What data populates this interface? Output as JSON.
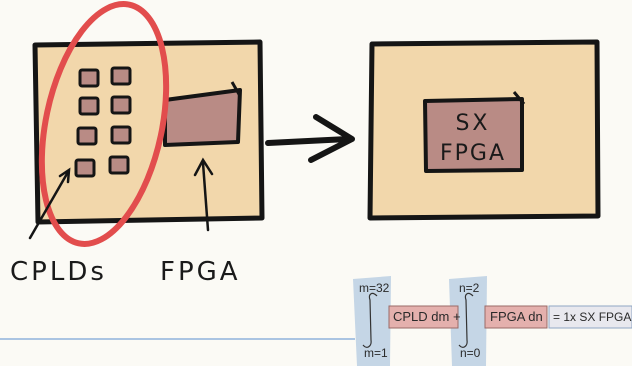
{
  "diagram": {
    "left_labels": {
      "cplds": "CPLDs",
      "fpga": "FPGA"
    },
    "right_label": {
      "line1": "SX",
      "line2": "FPGA"
    }
  },
  "equation": {
    "integral1": {
      "upper": "m=32",
      "lower": "m=1"
    },
    "integral2": {
      "upper": "n=2",
      "lower": "n=0"
    },
    "term1": "CPLD dm +",
    "term2": "FPGA dn",
    "result": "= 1x SX FPGA"
  },
  "colors": {
    "board_fill": "#f2d7ab",
    "chip_fill": "#b98b85",
    "ellipse_stroke": "#e24d4d",
    "integral_tab": "#c5d6e6",
    "baseline": "#8fb2dc"
  }
}
